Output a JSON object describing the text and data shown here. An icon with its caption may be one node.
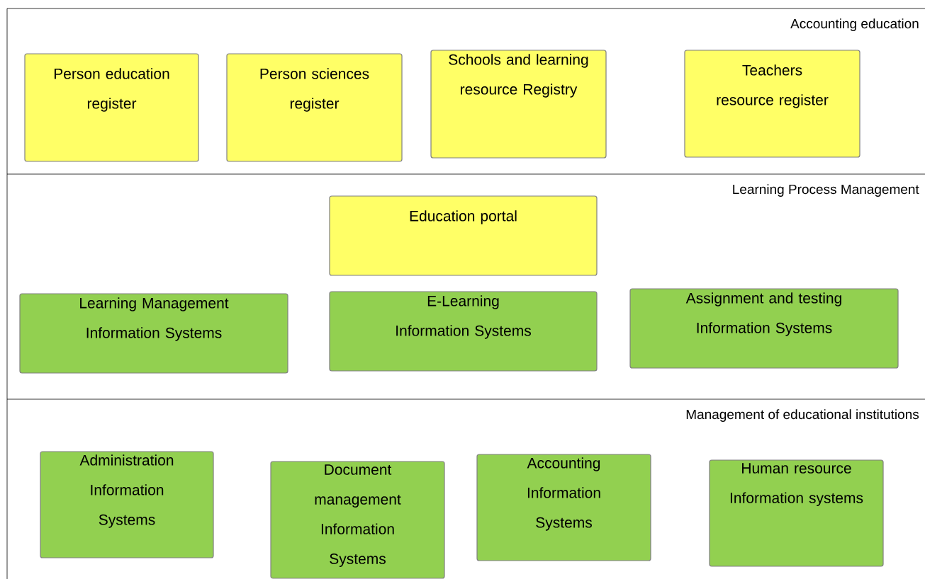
{
  "diagram": {
    "nodes": [
      {
        "text": [
          "Accounting education"
        ]
      },
      {
        "text": [
          "Person education register"
        ],
        "in": 0
      },
      {
        "text": [
          "Person sciences register"
        ],
        "in": 0
      },
      {
        "text": [
          "Schools and learning resource Registry"
        ],
        "in": 0
      },
      {
        "text": [
          "Teachers resource register"
        ],
        "in": 0
      },
      {
        "text": [
          "Learning Process Management"
        ]
      },
      {
        "text": [
          "Education portal"
        ],
        "in": 5
      },
      {
        "text": [
          "Learning Management Information Systems"
        ],
        "in": 5
      },
      {
        "text": [
          "E-Learning Information Systems"
        ],
        "in": 5
      },
      {
        "text": [
          "Assignment and testing Information Systems"
        ],
        "in": 5
      },
      {
        "text": [
          "Management of educational institutions"
        ]
      },
      {
        "text": [
          "Administration Information Systems"
        ],
        "in": 10
      },
      {
        "text": [
          "Document management Information Systems"
        ],
        "in": 10
      },
      {
        "text": [
          "Accounting Information Systems"
        ],
        "in": 10
      },
      {
        "text": [
          "Human resource Information systems"
        ],
        "in": 10
      }
    ]
  }
}
